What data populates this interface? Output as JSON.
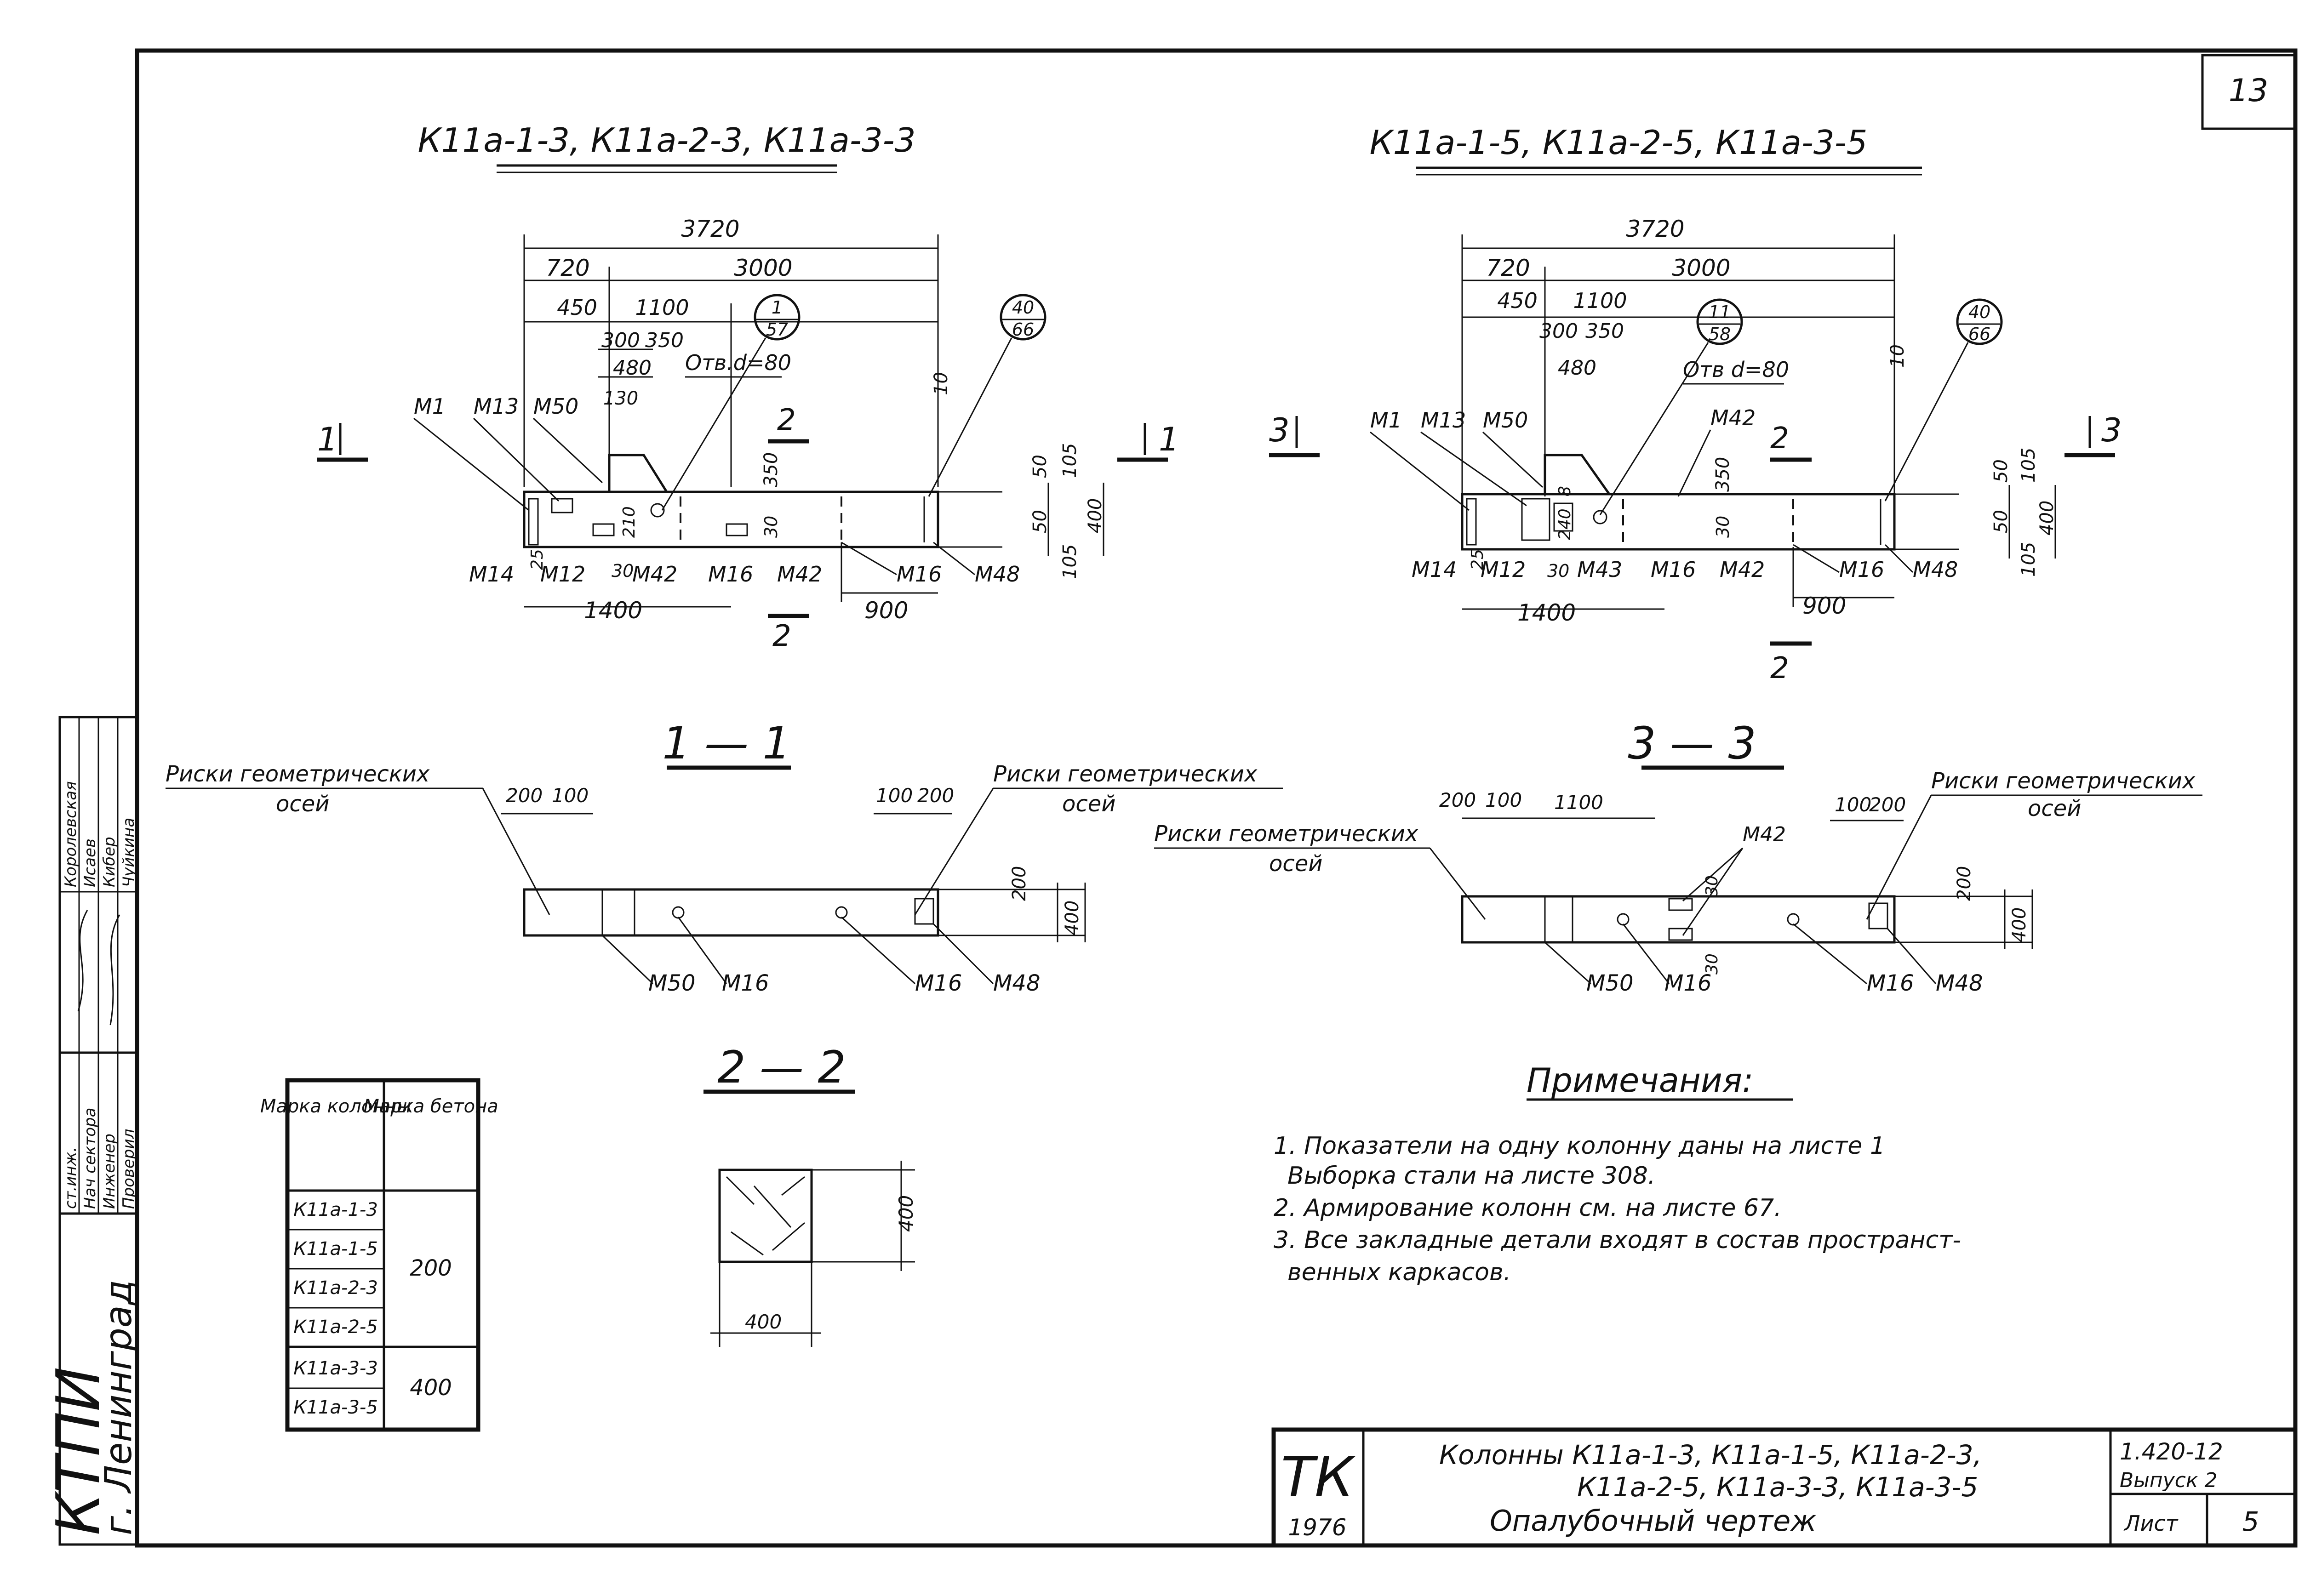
{
  "sheet_number": "13",
  "left_view": {
    "title": "К11а-1-3, К11а-2-3, К11а-3-3",
    "dims": {
      "overall": "3720",
      "a": "720",
      "b": "3000",
      "c": "450",
      "d": "1100",
      "e": "300",
      "f": "350",
      "g": "480",
      "h": "130",
      "hole": "Отв.d=80",
      "bottom": "1400",
      "bottom2": "900",
      "v10": "10",
      "v50a": "50",
      "v50b": "50",
      "v105a": "105",
      "v105b": "105",
      "v400": "400",
      "v350": "350",
      "v30": "30",
      "v210": "210",
      "v25": "25",
      "v30b": "30"
    },
    "callouts": [
      {
        "num": "1",
        "den": "57"
      },
      {
        "num": "40",
        "den": "66"
      }
    ],
    "labels": {
      "m1": "М1",
      "m13": "М13",
      "m50": "М50",
      "m14": "М14",
      "m12": "М12",
      "m42a": "М42",
      "m16a": "М16",
      "m42b": "М42",
      "m16b": "М16",
      "m48": "М48"
    },
    "section_marks": {
      "left": "1",
      "right": "1",
      "cut2_top": "2",
      "cut2_bottom": "2"
    }
  },
  "right_view": {
    "title": "К11а-1-5, К11а-2-5, К11а-3-5",
    "dims": {
      "overall": "3720",
      "a": "720",
      "b": "3000",
      "c": "450",
      "d": "1100",
      "e": "300",
      "f": "350",
      "g": "480",
      "hole": "Отв d=80",
      "bottom": "1400",
      "bottom2": "900",
      "v10": "10",
      "v50a": "50",
      "v50b": "50",
      "v105a": "105",
      "v105b": "105",
      "v400": "400",
      "v350": "350",
      "v30": "30",
      "v8": "8",
      "v240": "240",
      "v25": "25",
      "v30b": "30"
    },
    "callouts": [
      {
        "num": "11",
        "den": "58"
      },
      {
        "num": "40",
        "den": "66"
      }
    ],
    "labels": {
      "m1": "М1",
      "m13": "М13",
      "m50": "М50",
      "m14": "М14",
      "m12": "М12",
      "m43": "М43",
      "m16a": "М16",
      "m42a": "М42",
      "m42b": "М42",
      "m16b": "М16",
      "m48": "М48"
    },
    "section_marks": {
      "left": "3",
      "right": "3",
      "cut2_top": "2",
      "cut2_bottom": "2"
    }
  },
  "section_1_1": {
    "title": "1 — 1",
    "risk_left": "Риски геометрических",
    "risk_left2": "осей",
    "risk_right": "Риски геометрических",
    "risk_right2": "осей",
    "dims": {
      "l200": "200",
      "l100": "100",
      "r100": "100",
      "r200": "200",
      "v200": "200",
      "v400": "400"
    },
    "labels": {
      "m50": "М50",
      "m16a": "М16",
      "m16b": "М16",
      "m48": "М48"
    }
  },
  "section_3_3": {
    "title": "3 — 3",
    "risk_left": "Риски геометрических",
    "risk_left2": "осей",
    "risk_right": "Риски геометрических",
    "risk_right2": "осей",
    "dims": {
      "l200": "200",
      "l100": "100",
      "d1100": "1100",
      "r100": "100",
      "r200": "200",
      "v200": "200",
      "v400": "400",
      "v30a": "30",
      "v30b": "30"
    },
    "labels": {
      "m42": "М42",
      "m50": "М50",
      "m16a": "М16",
      "m16b": "М16",
      "m48": "М48"
    }
  },
  "section_2_2": {
    "title": "2 — 2",
    "w": "400",
    "h": "400"
  },
  "grade_table": {
    "headers": [
      "Марка колонны",
      "Марка бетона"
    ],
    "rows": [
      "К11а-1-3",
      "К11а-1-5",
      "К11а-2-3",
      "К11а-2-5",
      "К11а-3-3",
      "К11а-3-5"
    ],
    "grades": [
      "200",
      "400"
    ]
  },
  "notes": {
    "title": "Примечания:",
    "lines": [
      "1. Показатели на одну колонну даны на листе 1",
      "Выборка стали на листе 308.",
      "2. Армирование колонн см. на листе 67.",
      "3. Все закладные детали входят в состав пространст-",
      "венных каркасов."
    ]
  },
  "stamp": {
    "tk": "ТК",
    "year": "1976",
    "desc1": "Колонны К11а-1-3, К11а-1-5, К11а-2-3,",
    "desc2": "К11а-2-5, К11а-3-3, К11а-3-5",
    "desc3": "Опалубочный чертеж",
    "series": "1.420-12",
    "issue": "Выпуск 2",
    "sheet_label": "Лист",
    "sheet_no": "5"
  },
  "side_block": {
    "org": "КТПИ",
    "city": "г. Ленинград",
    "roles": [
      "ст.инж.",
      "Нач сектора",
      "Инженер",
      "Проверил"
    ],
    "names": [
      "Королевская",
      "Исаев",
      "Кибер",
      "Чуйкина"
    ]
  }
}
